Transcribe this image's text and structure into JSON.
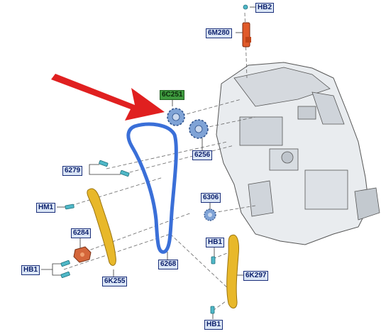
{
  "colors": {
    "label_bg": "#dbe6f6",
    "label_text": "#0b1f6b",
    "highlight_label_bg": "#3f9b3f",
    "chain": "#3a6fd8",
    "guide": "#e8b82a",
    "arrow": "#e02020",
    "tensioner": "#d4663a",
    "sensor": "#e05a2a",
    "sprocket": "#7fa3d6",
    "bolt": "#4fb8c8"
  },
  "labels": {
    "hb2": "HB2",
    "m6m280": "6M280",
    "c6c251": "6C251",
    "p6256": "6256",
    "p6279": "6279",
    "hm1": "HM1",
    "p6284": "6284",
    "hb1_left": "HB1",
    "k6k255": "6K255",
    "p6268": "6268",
    "p6306": "6306",
    "hb1_right_top": "HB1",
    "k6k297": "6K297",
    "hb1_bottom": "HB1"
  }
}
